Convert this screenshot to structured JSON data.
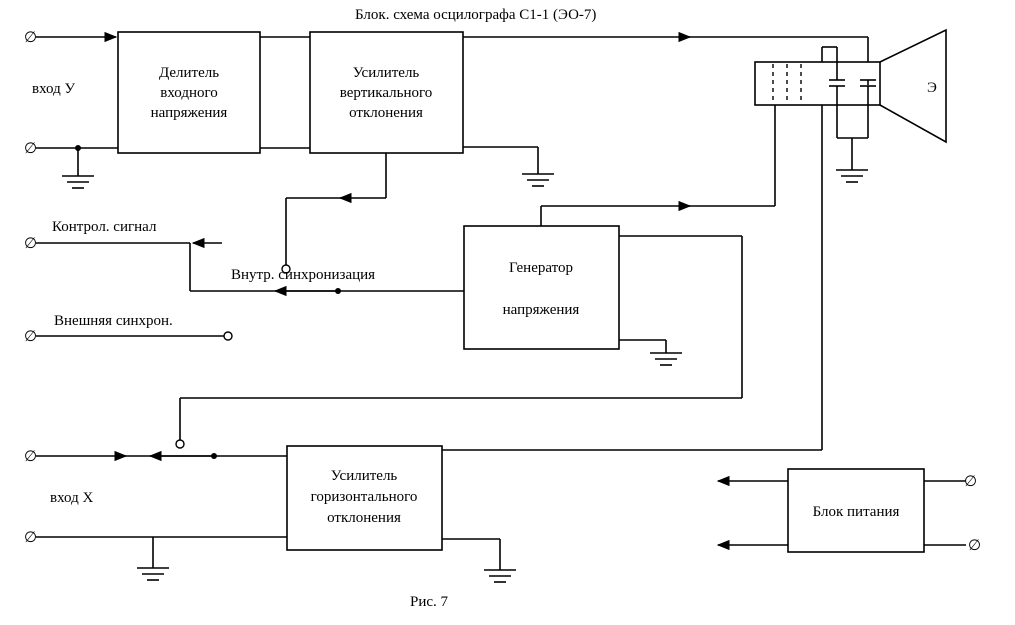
{
  "title": "Блок. схема осцилографа С1-1 (ЭО-7)",
  "caption": "Рис. 7",
  "blocks": {
    "divider": [
      "Делитель",
      "входного",
      "напряжения"
    ],
    "vertical_amp": [
      "Усилитель",
      "вертикального",
      "отклонения"
    ],
    "generator": [
      "Генератор",
      "напряжения"
    ],
    "horizontal_amp": [
      "Усилитель",
      "горизонтального",
      "отклонения"
    ],
    "power": [
      "Блок питания"
    ]
  },
  "labels": {
    "input_y": "вход У",
    "input_x": "вход X",
    "control_signal": "Контрол. сигнал",
    "internal_sync": "Внутр. синхронизация",
    "external_sync": "Внешняя синхрон.",
    "crt": "Э"
  },
  "terminal_symbol": "∅",
  "icons": [
    "ground-icon",
    "arrow-icon",
    "terminal-icon",
    "crt-icon",
    "capacitor-icon",
    "switch-contact-icon"
  ]
}
